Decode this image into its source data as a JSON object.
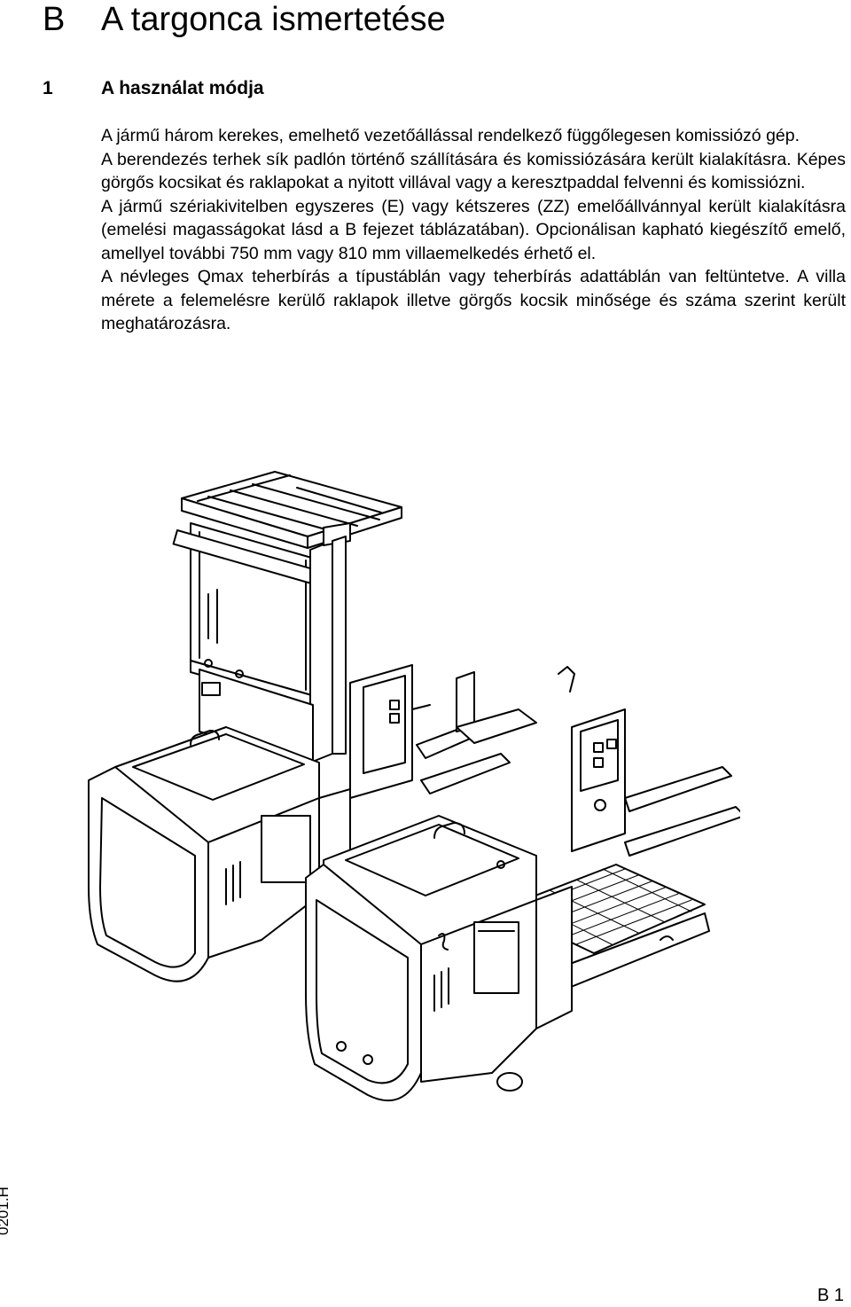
{
  "chapter": {
    "letter": "B",
    "title": "A targonca ismertetése"
  },
  "section": {
    "number": "1",
    "title": "A használat módja"
  },
  "paragraphs": [
    "A jármű három kerekes, emelhető vezetőállással rendelkező függőlegesen komissiózó gép.",
    "A berendezés terhek sík padlón történő szállítására és komissiózására került kialakításra. Képes görgős kocsikat és raklapokat a nyitott villával vagy a keresztpaddal felvenni és komissiózni.",
    "A jármű szériakivitelben egyszeres (E) vagy kétszeres (ZZ) emelőállvánnyal került kialakításra (emelési magasságokat lásd a B fejezet táblázatában). Opcionálisan kapható kiegészítő emelő, amellyel további 750 mm vagy 810 mm villaemelkedés érhető el.",
    "A névleges Qmax teherbírás a típustáblán vagy teherbírás adattáblán van feltüntetve. A villa mérete a felemelésre kerülő raklapok illetve görgős kocsik minősége és száma szerint került meghatározásra."
  ],
  "figure": {
    "icon": "order-picker-truck-illustration"
  },
  "footer": {
    "doc_code": "0201.H",
    "page": "B 1"
  }
}
